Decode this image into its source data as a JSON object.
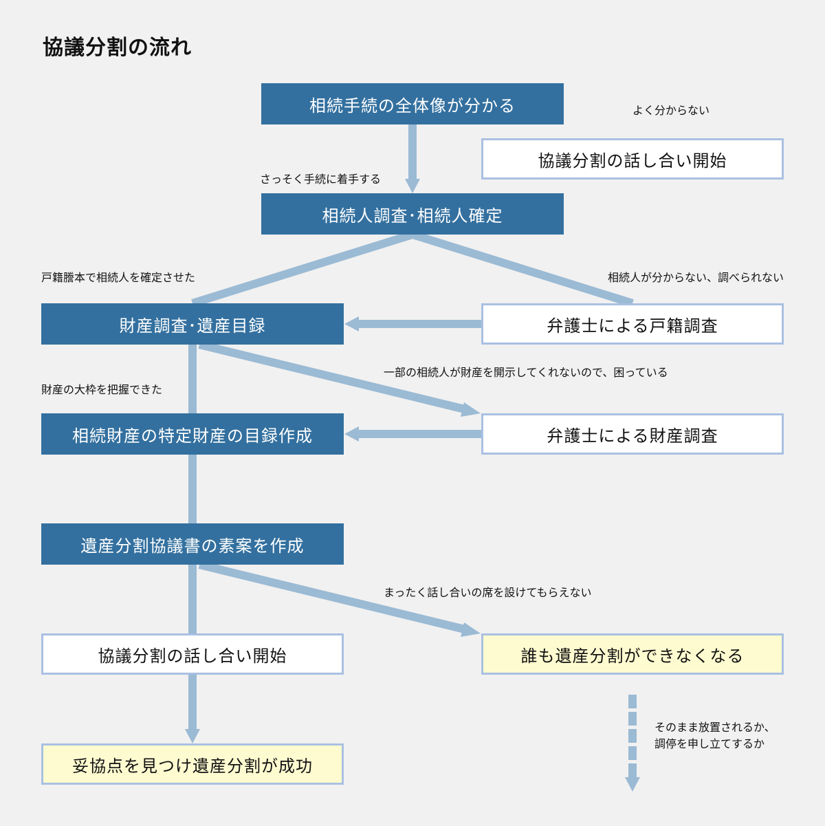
{
  "title": "協議分割の流れ",
  "boxes": {
    "overview": "相続手続の全体像が分かる",
    "start_talk_top": "協議分割の話し合い開始",
    "heir_survey": "相続人調査･相続人確定",
    "asset_survey": "財産調査･遺産目録",
    "lawyer_family_register": "弁護士による戸籍調査",
    "asset_list": "相続財産の特定財産の目録作成",
    "lawyer_asset_survey": "弁護士による財産調査",
    "draft": "遺産分割協議書の素案を作成",
    "start_talk": "協議分割の話し合い開始",
    "nobody": "誰も遺産分割ができなくなる",
    "success": "妥協点を見つけ遺産分割が成功"
  },
  "labels": {
    "unclear": "よく分からない",
    "start_now": "さっそく手続に着手する",
    "confirmed": "戸籍謄本で相続人を確定させた",
    "unknown_heirs": "相続人が分からない、調べられない",
    "not_disclosed": "一部の相続人が財産を開示してくれないので、困っている",
    "grasped": "財産の大枠を把握できた",
    "no_meeting": "まったく話し合いの席を設けてもらえない",
    "outcome_line1": "そのまま放置されるか、",
    "outcome_line2": "調停を申し立てするか"
  },
  "colors": {
    "dark": "#33709f",
    "arrow": "#9bbad4",
    "border": "#a9c0e2",
    "yellow": "#fefbd0"
  }
}
